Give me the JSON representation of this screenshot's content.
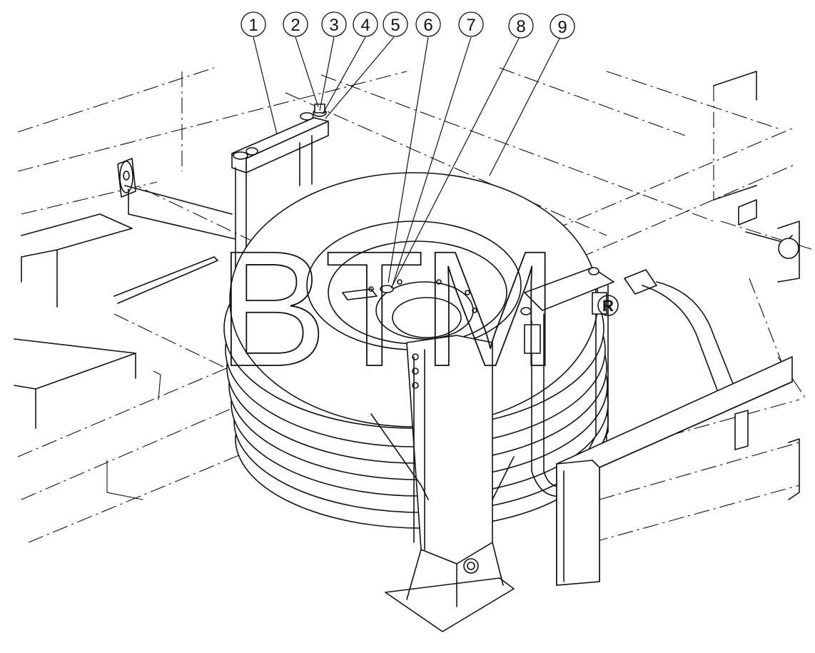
{
  "callouts": [
    {
      "id": "1",
      "label": "1"
    },
    {
      "id": "2",
      "label": "2"
    },
    {
      "id": "3",
      "label": "3"
    },
    {
      "id": "4",
      "label": "4"
    },
    {
      "id": "5",
      "label": "5"
    },
    {
      "id": "6",
      "label": "6"
    },
    {
      "id": "7",
      "label": "7"
    },
    {
      "id": "8",
      "label": "8"
    },
    {
      "id": "9",
      "label": "9"
    }
  ],
  "watermark": {
    "text": "BTM",
    "registered_mark": "R"
  },
  "colors": {
    "line": "#111111",
    "background": "#ffffff"
  }
}
